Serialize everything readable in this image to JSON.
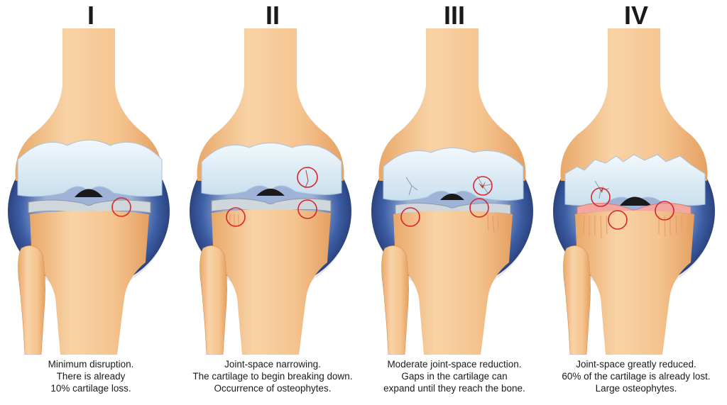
{
  "stages": [
    {
      "numeral": "I",
      "caption": [
        "Minimum disruption.",
        "There is already",
        "10% cartilage loss."
      ]
    },
    {
      "numeral": "II",
      "caption": [
        "Joint-space narrowing.",
        "The cartilage to begin breaking down.",
        "Occurrence of osteophytes."
      ]
    },
    {
      "numeral": "III",
      "caption": [
        "Moderate joint-space reduction.",
        "Gaps in the cartilage can",
        "expand until they reach the bone."
      ]
    },
    {
      "numeral": "IV",
      "caption": [
        "Joint-space greatly reduced.",
        "60% of the cartilage is already lost.",
        "Large osteophytes."
      ]
    }
  ],
  "colors": {
    "bone": "#f3c28f",
    "bone_shade": "#e6a467",
    "cartilage": "#dfeef8",
    "capsule": "#2f4e93",
    "highlight": "#d9252a"
  }
}
